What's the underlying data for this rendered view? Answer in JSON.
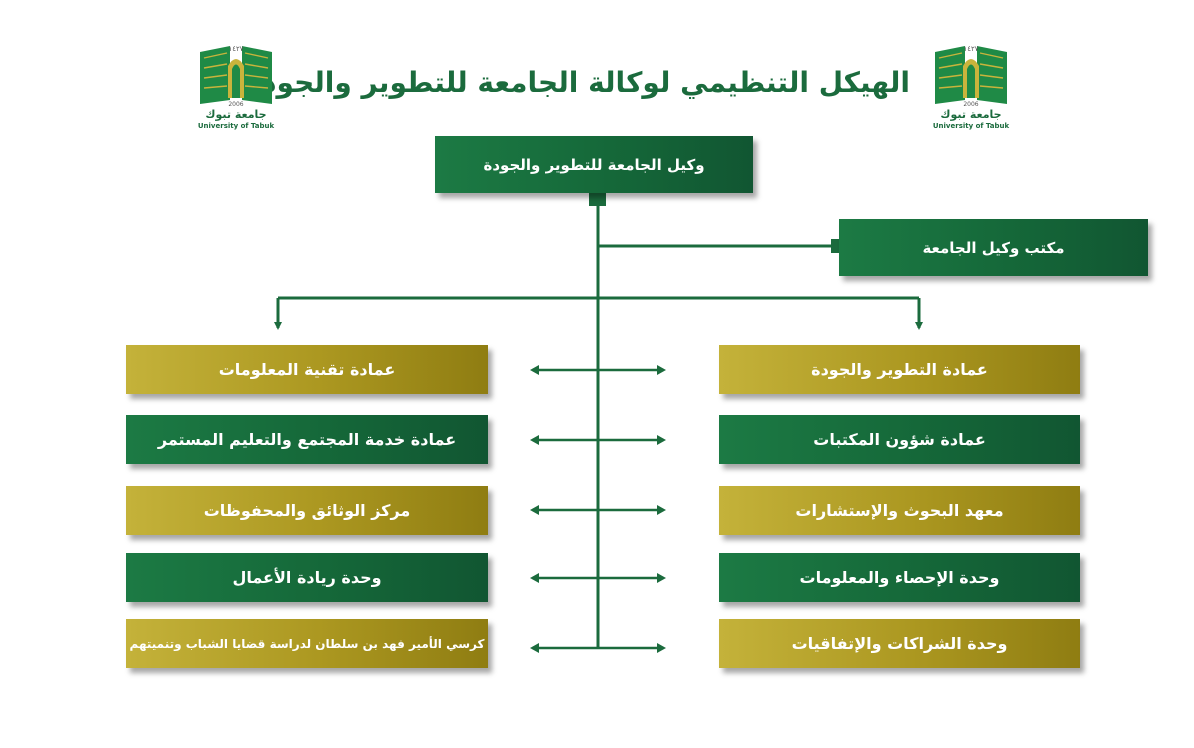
{
  "title": "الهيكل التنظيمي لوكالة الجامعة للتطوير والجودة",
  "logo": {
    "year_hijri": "١٤٢٧",
    "year": "2006",
    "name_ar": "جامعة تبوك",
    "name_en": "University of Tabuk"
  },
  "top_node": "وكيل الجامعة للتطوير والجودة",
  "office_node": "مكتب وكيل الجامعة",
  "right_column": [
    {
      "label": "عمادة التطوير والجودة",
      "color": "gold"
    },
    {
      "label": "عمادة شؤون المكتبات",
      "color": "green"
    },
    {
      "label": "معهد البحوث والإستشارات",
      "color": "gold"
    },
    {
      "label": "وحدة الإحصاء والمعلومات",
      "color": "green"
    },
    {
      "label": "وحدة الشراكات والإتفاقيات",
      "color": "gold"
    }
  ],
  "left_column": [
    {
      "label": "عمادة تقنية المعلومات",
      "color": "gold"
    },
    {
      "label": "عمادة خدمة المجتمع والتعليم المستمر",
      "color": "green"
    },
    {
      "label": "مركز الوثائق والمحفوظات",
      "color": "gold"
    },
    {
      "label": "وحدة ريادة الأعمال",
      "color": "green"
    },
    {
      "label": "كرسي الأمير فهد بن سلطان لدراسة قضايا الشباب وتنميتهم",
      "color": "gold"
    }
  ],
  "colors": {
    "green": "#156839",
    "gold": "#ab9720",
    "line": "#1b6b3d",
    "title": "#1b6b3d"
  }
}
